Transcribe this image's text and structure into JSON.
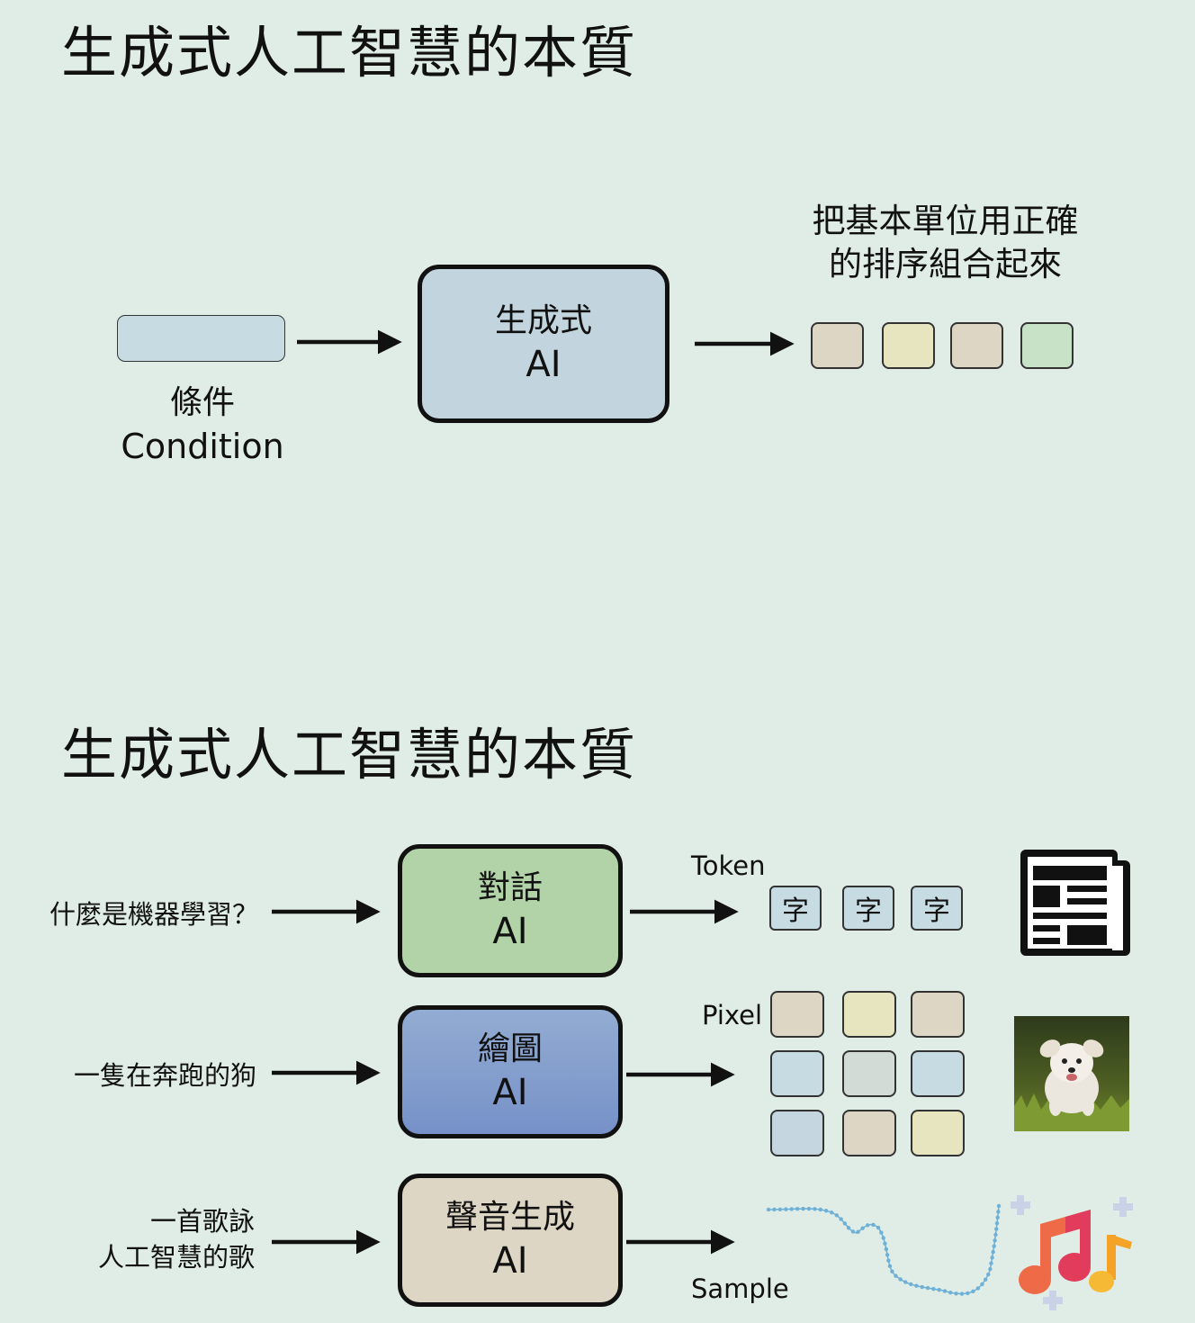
{
  "slide1": {
    "title": "生成式人工智慧的本質",
    "condition": {
      "line1": "條件",
      "line2": "Condition"
    },
    "ai_box": {
      "line1": "生成式",
      "line2": "AI"
    },
    "output_caption": {
      "line1": "把基本單位用正確",
      "line2": "的排序組合起來"
    },
    "output_colors": [
      "#ded6c4",
      "#e6e5bf",
      "#ded6c4",
      "#c8e2c8"
    ]
  },
  "slide2": {
    "title": "生成式人工智慧的本質",
    "rows": [
      {
        "input": "什麼是機器學習？",
        "ai_line1": "對話",
        "ai_line2": "AI",
        "unit_label": "Token",
        "tokens": [
          "字",
          "字",
          "字"
        ],
        "result_icon": "newspaper-icon",
        "box_color": "#b1d3a7"
      },
      {
        "input": "一隻在奔跑的狗",
        "ai_line1": "繪圖",
        "ai_line2": "AI",
        "unit_label": "Pixel",
        "pixel_colors": [
          "#ded6c4",
          "#e6e5bf",
          "#ded6c4",
          "#c7dbe2",
          "#d3dbd7",
          "#c7dbe2",
          "#c5d6e0",
          "#ded6c4",
          "#e6e5bf"
        ],
        "result_icon": "running-dog-photo",
        "box_color": "#8fa9d0"
      },
      {
        "input_line1": "一首歌詠",
        "input_line2": "人工智慧的歌",
        "ai_line1": "聲音生成",
        "ai_line2": "AI",
        "unit_label": "Sample",
        "result_icon": "music-note-icon",
        "box_color": "#ded6c4"
      }
    ]
  },
  "colors": {
    "background": "#dfede6",
    "condition_bar": "#c7dbe2",
    "ai_box": "#c2d5de",
    "waveform": "#6fb0d6"
  }
}
